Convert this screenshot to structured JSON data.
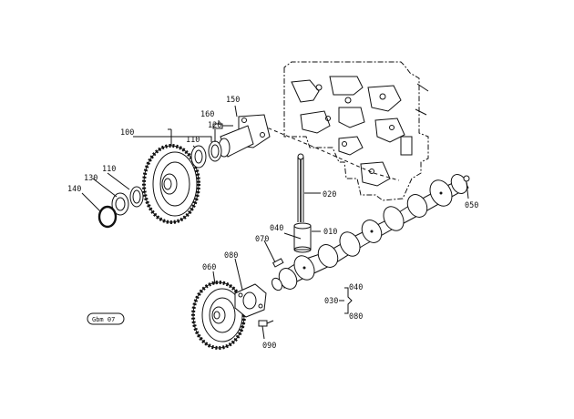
{
  "parts": [
    {
      "id": "p010",
      "label": "010"
    },
    {
      "id": "p020",
      "label": "020"
    },
    {
      "id": "p030",
      "label": "030"
    },
    {
      "id": "p040a",
      "label": "040"
    },
    {
      "id": "p040b",
      "label": "040"
    },
    {
      "id": "p050",
      "label": "050"
    },
    {
      "id": "p060",
      "label": "060"
    },
    {
      "id": "p070",
      "label": "070"
    },
    {
      "id": "p080a",
      "label": "080"
    },
    {
      "id": "p080b",
      "label": "080"
    },
    {
      "id": "p090",
      "label": "090"
    },
    {
      "id": "p100",
      "label": "100"
    },
    {
      "id": "p110a",
      "label": "110"
    },
    {
      "id": "p110b",
      "label": "110"
    },
    {
      "id": "p120",
      "label": "120"
    },
    {
      "id": "p130",
      "label": "130"
    },
    {
      "id": "p140",
      "label": "140"
    },
    {
      "id": "p150",
      "label": "150"
    },
    {
      "id": "p160",
      "label": "160"
    }
  ],
  "stamp": "Gbm 07"
}
